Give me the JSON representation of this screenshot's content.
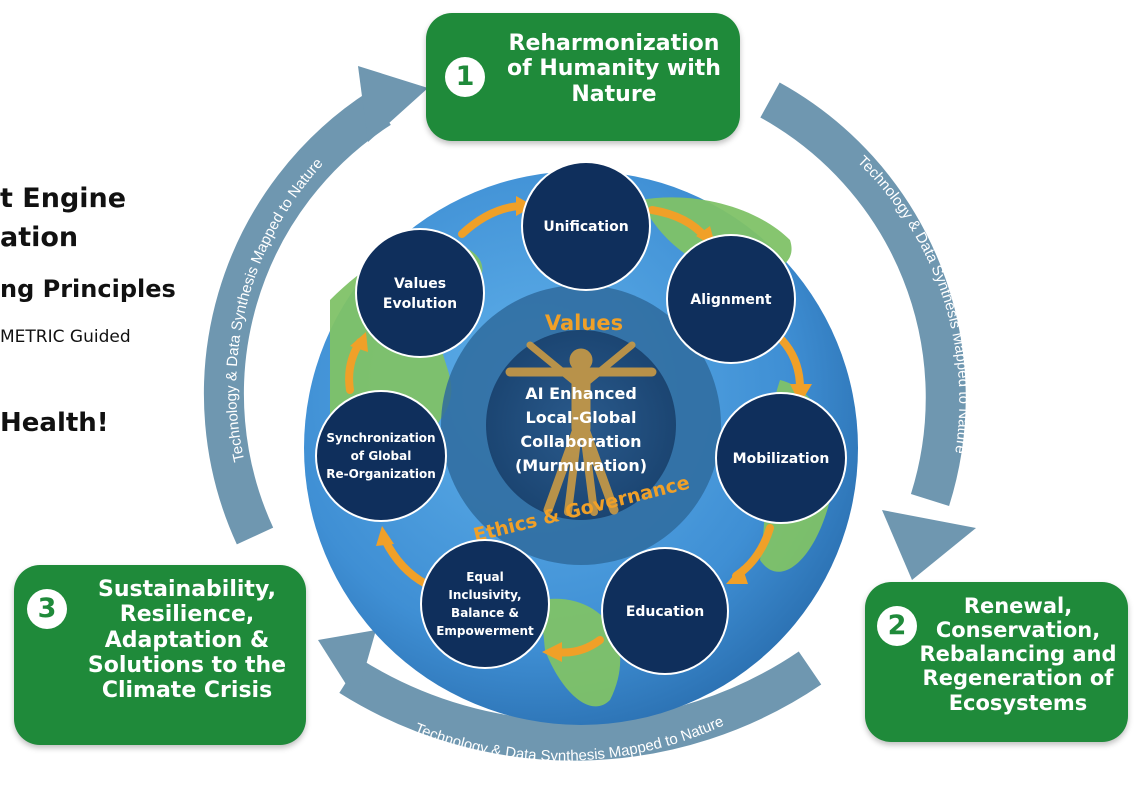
{
  "side_text": {
    "line1": "t Engine",
    "line2": "ation",
    "line3": "ng Principles",
    "line4": "METRIC Guided",
    "line5": "Health!"
  },
  "goals": [
    {
      "number": "1",
      "label": "Reharmonization of Humanity with Nature"
    },
    {
      "number": "2",
      "label": "Renewal, Conservation, Rebalancing and Regeneration of Ecosystems"
    },
    {
      "number": "3",
      "label": "Sustainability, Resilience, Adaptation & Solutions to the Climate Crisis"
    }
  ],
  "arc_label": "Technology & Data Synthesis Mapped to Nature",
  "ring_nodes": [
    "Unification",
    "Alignment",
    "Mobilization",
    "Education",
    "Equal Inclusivity, Balance & Empowerment",
    "Synchronization of Global Re-Organization",
    "Values Evolution"
  ],
  "inner_ring": {
    "top_label": "Values",
    "bottom_label": "Ethics & Governance"
  },
  "center": {
    "lines": [
      "AI Enhanced",
      "Local-Global",
      "Collaboration",
      "(Murmuration)"
    ]
  },
  "colors": {
    "goal_green": "#1f8a3a",
    "arrow_steel": "#6f97b0",
    "node_navy": "#0f2f5c",
    "ocean_blue": "#3f8fd4",
    "land_green": "#7fc267",
    "accent_orange": "#f0a028",
    "inner_ring": "#2f6b9e",
    "center_gold": "#c99a45"
  }
}
